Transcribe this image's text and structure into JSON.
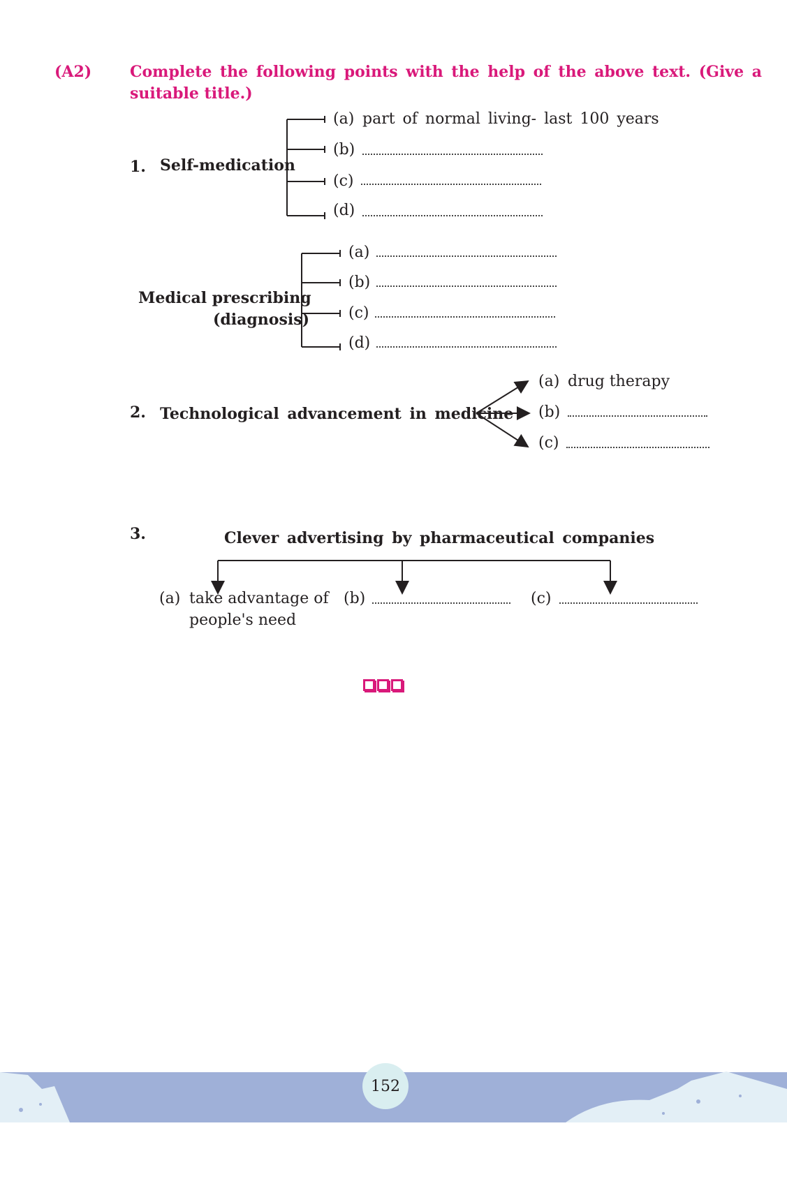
{
  "exercise": {
    "label": "(A2)",
    "instruction_line1": "Complete the following points with the help of the above text. (Give a",
    "instruction_line2": "suitable title.)"
  },
  "q1": {
    "number": "1.",
    "title": "Self-medication",
    "items": [
      {
        "letter": "(a)",
        "text": "part of normal living- last 100 years"
      },
      {
        "letter": "(b)",
        "text": ""
      },
      {
        "letter": "(c)",
        "text": ""
      },
      {
        "letter": "(d)",
        "text": ""
      }
    ]
  },
  "q1b": {
    "title_line1": "Medical prescribing",
    "title_line2": "(diagnosis)",
    "items": [
      {
        "letter": "(a)"
      },
      {
        "letter": "(b)"
      },
      {
        "letter": "(c)"
      },
      {
        "letter": "(d)"
      }
    ]
  },
  "q2": {
    "number": "2.",
    "title": "Technological advancement in medicine",
    "items": [
      {
        "letter": "(a)",
        "text": "drug therapy"
      },
      {
        "letter": "(b)",
        "text": ""
      },
      {
        "letter": "(c)",
        "text": ""
      }
    ]
  },
  "q3": {
    "number": "3.",
    "title": "Clever advertising by pharmaceutical companies",
    "items": [
      {
        "letter": "(a)",
        "text_line1": "take advantage of",
        "text_line2": "people's need"
      },
      {
        "letter": "(b)"
      },
      {
        "letter": "(c)"
      }
    ]
  },
  "end_mark": "❑❑❑",
  "page_number": "152",
  "colors": {
    "heading": "#d9197a",
    "footer_band": "#9fb0d8",
    "page_circle": "#d9eef0"
  }
}
